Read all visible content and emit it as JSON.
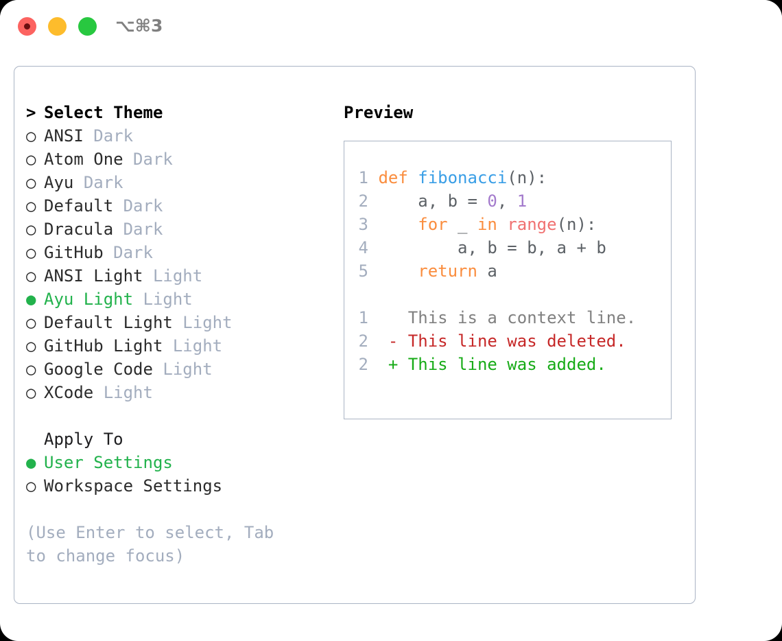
{
  "titlebar": {
    "shortcut": "⌥⌘3",
    "buttons": [
      {
        "name": "close",
        "color": "#fc6360"
      },
      {
        "name": "minimize",
        "color": "#fdbc2c"
      },
      {
        "name": "zoom",
        "color": "#28c840"
      }
    ]
  },
  "theme_selector": {
    "heading": "Select Theme",
    "heading_marker": ">",
    "marker_selected": "●",
    "marker_unselected": "○",
    "items": [
      {
        "name": "ANSI",
        "variant": "Dark",
        "selected": false
      },
      {
        "name": "Atom One",
        "variant": "Dark",
        "selected": false
      },
      {
        "name": "Ayu",
        "variant": "Dark",
        "selected": false
      },
      {
        "name": "Default",
        "variant": "Dark",
        "selected": false
      },
      {
        "name": "Dracula",
        "variant": "Dark",
        "selected": false
      },
      {
        "name": "GitHub",
        "variant": "Dark",
        "selected": false
      },
      {
        "name": "ANSI Light",
        "variant": "Light",
        "selected": false
      },
      {
        "name": "Ayu Light",
        "variant": "Light",
        "selected": true
      },
      {
        "name": "Default Light",
        "variant": "Light",
        "selected": false
      },
      {
        "name": "GitHub Light",
        "variant": "Light",
        "selected": false
      },
      {
        "name": "Google Code",
        "variant": "Light",
        "selected": false
      },
      {
        "name": "XCode",
        "variant": "Light",
        "selected": false
      }
    ]
  },
  "apply_to": {
    "heading": "Apply To",
    "items": [
      {
        "name": "User Settings",
        "selected": true
      },
      {
        "name": "Workspace Settings",
        "selected": false
      }
    ]
  },
  "hint": "(Use Enter to select, Tab to change focus)",
  "preview": {
    "title": "Preview",
    "code_lines": [
      {
        "num": "1",
        "tokens": [
          {
            "t": "def ",
            "c": "kw"
          },
          {
            "t": "fibonacci",
            "c": "fn"
          },
          {
            "t": "(n):",
            "c": "pl"
          }
        ]
      },
      {
        "num": "2",
        "tokens": [
          {
            "t": "    a, b = ",
            "c": "pl"
          },
          {
            "t": "0",
            "c": "num"
          },
          {
            "t": ", ",
            "c": "pl"
          },
          {
            "t": "1",
            "c": "num"
          }
        ]
      },
      {
        "num": "3",
        "tokens": [
          {
            "t": "    ",
            "c": "pl"
          },
          {
            "t": "for",
            "c": "kw"
          },
          {
            "t": " _ ",
            "c": "pl"
          },
          {
            "t": "in",
            "c": "kw"
          },
          {
            "t": " ",
            "c": "pl"
          },
          {
            "t": "range",
            "c": "bi"
          },
          {
            "t": "(n):",
            "c": "pl"
          }
        ]
      },
      {
        "num": "4",
        "tokens": [
          {
            "t": "        a, b = b, a + b",
            "c": "pl"
          }
        ]
      },
      {
        "num": "5",
        "tokens": [
          {
            "t": "    ",
            "c": "pl"
          },
          {
            "t": "return",
            "c": "kw"
          },
          {
            "t": " a",
            "c": "pl"
          }
        ]
      }
    ],
    "diff_lines": [
      {
        "num": "1",
        "sign": " ",
        "text": " This is a context line.",
        "c": "ctx"
      },
      {
        "num": "2",
        "sign": "-",
        "text": " This line was deleted.",
        "c": "del"
      },
      {
        "num": "2",
        "sign": "+",
        "text": " This line was added.",
        "c": "add"
      }
    ]
  },
  "colors": {
    "accent_green": "#22b24c",
    "dim_label": "#a3adbe",
    "border": "#aab4c4",
    "keyword": "#fa8d3e",
    "function": "#399ee6",
    "number": "#a37acc",
    "builtin": "#f07171",
    "diff_add": "#17ab17",
    "diff_del": "#c62828"
  }
}
